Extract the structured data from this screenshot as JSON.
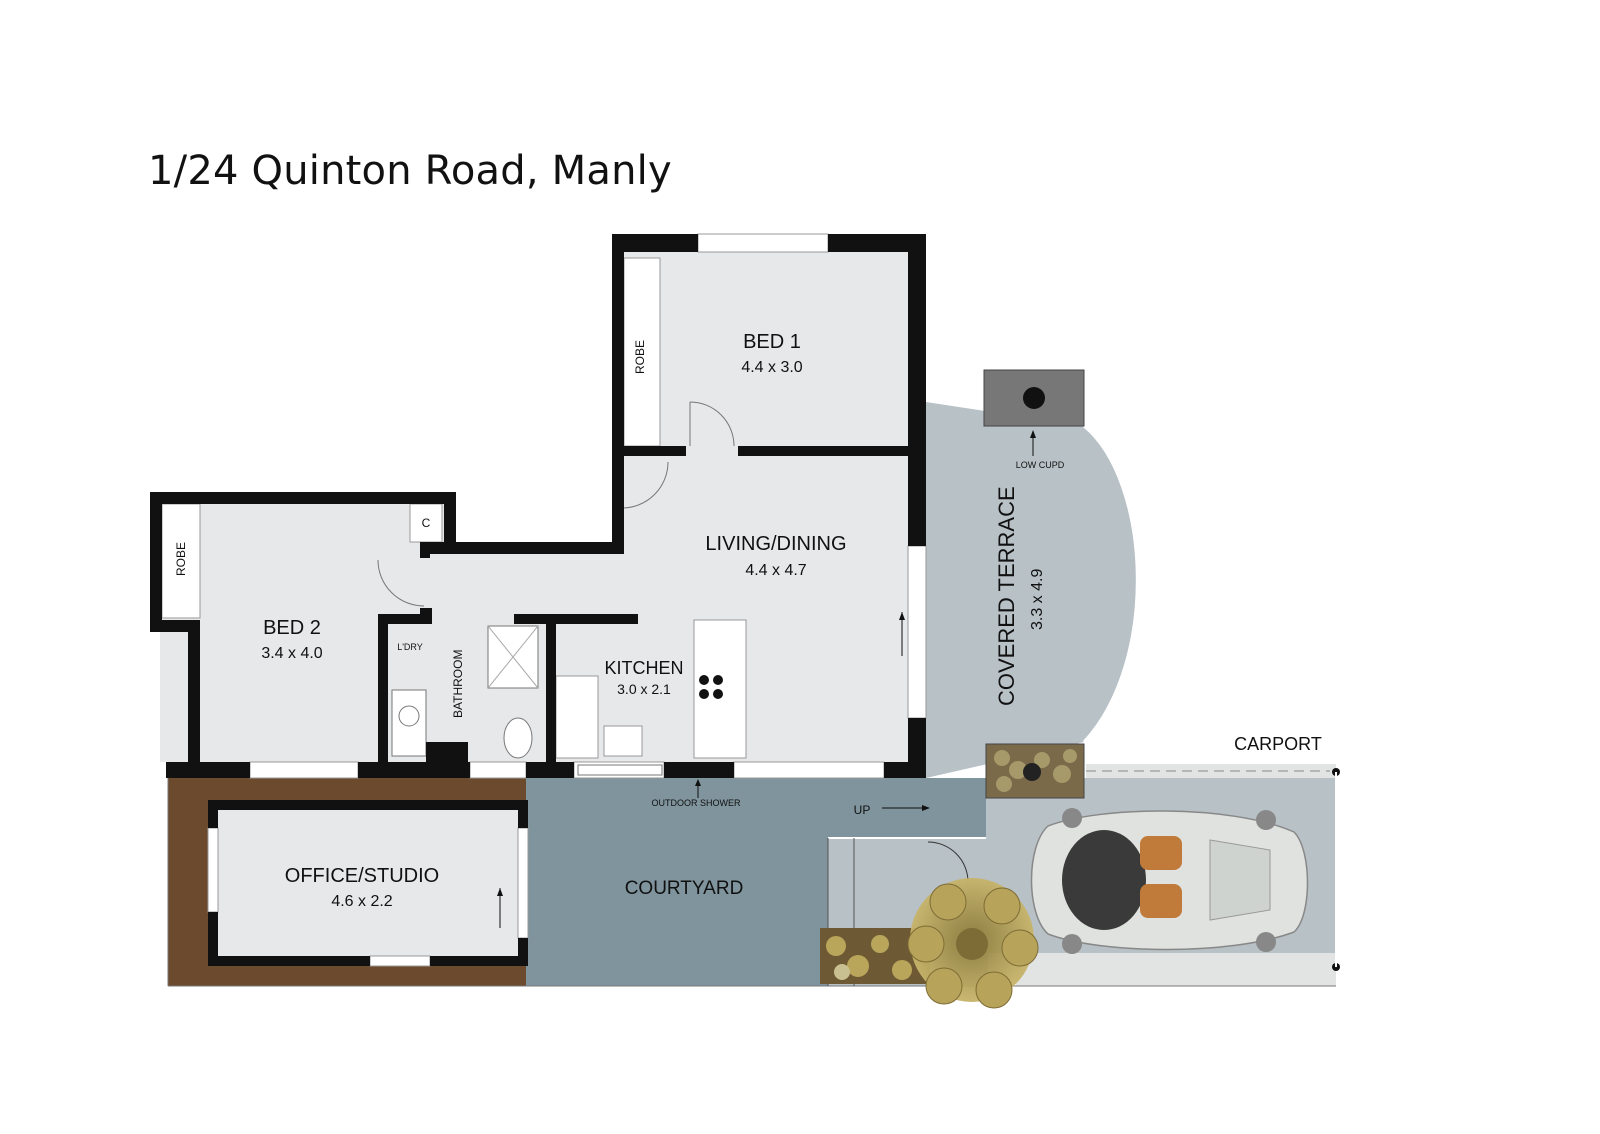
{
  "title": "1/24 Quinton Road, Manly",
  "rooms": {
    "bed1": {
      "name": "BED 1",
      "dims": "4.4 x 3.0",
      "robe": "ROBE"
    },
    "bed2": {
      "name": "BED 2",
      "dims": "3.4 x 4.0",
      "robe": "ROBE",
      "cupboard": "C"
    },
    "living": {
      "name": "LIVING/DINING",
      "dims": "4.4 x 4.7"
    },
    "kitchen": {
      "name": "KITCHEN",
      "dims": "3.0 x 2.1"
    },
    "laundry": {
      "name": "L'DRY"
    },
    "bathroom": {
      "name": "BATHROOM"
    },
    "terrace": {
      "name": "COVERED TERRACE",
      "dims": "3.3 x 4.9",
      "note": "LOW CUPD"
    },
    "office": {
      "name": "OFFICE/STUDIO",
      "dims": "4.6 x 2.2"
    },
    "courtyard": {
      "name": "COURTYARD",
      "note": "OUTDOOR SHOWER",
      "stairs": "UP"
    },
    "carport": {
      "name": "CARPORT"
    }
  },
  "colors": {
    "interior": "#e6e8ea",
    "terrace": "#b7c1c6",
    "courtyard": "#7f949c",
    "carport": "#b7c1c6",
    "deck": "#6b4a2e",
    "wall": "#111111"
  }
}
